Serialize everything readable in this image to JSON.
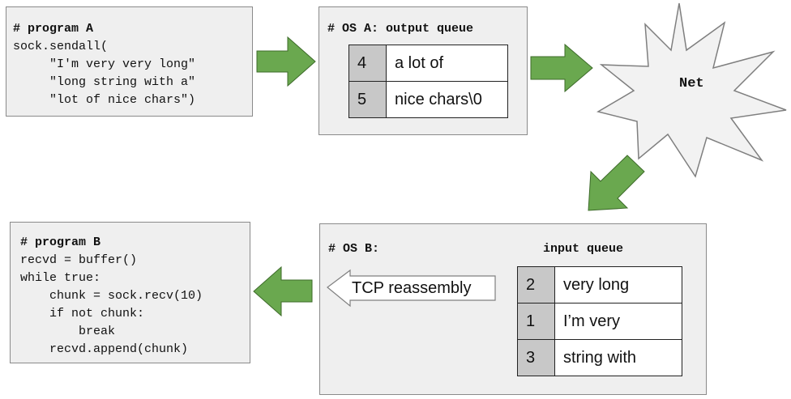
{
  "program_a": {
    "header": "# program A",
    "lines": [
      "sock.sendall(",
      "     \"I'm very very long\"",
      "     \"long string with a\"",
      "     \"lot of nice chars\")"
    ]
  },
  "os_a": {
    "title": "# OS A: output queue",
    "queue": [
      {
        "num": "4",
        "text": "a lot of"
      },
      {
        "num": "5",
        "text": "nice chars\\0"
      }
    ]
  },
  "net": {
    "label": "Net"
  },
  "os_b": {
    "title": "# OS B:",
    "queue_title": "input queue",
    "tcp_label": "TCP reassembly",
    "queue": [
      {
        "num": "2",
        "text": "very long"
      },
      {
        "num": "1",
        "text": "I’m very"
      },
      {
        "num": "3",
        "text": "string with"
      }
    ]
  },
  "program_b": {
    "header": "# program B",
    "lines": [
      "recvd = buffer()",
      "while true:",
      "    chunk = sock.recv(10)",
      "    if not chunk:",
      "        break",
      "    recvd.append(chunk)"
    ]
  },
  "colors": {
    "arrow_green": "#6aa84f",
    "arrow_stroke": "#3d6b2a",
    "box_fill": "#efefef",
    "num_cell": "#c8c8c8"
  }
}
